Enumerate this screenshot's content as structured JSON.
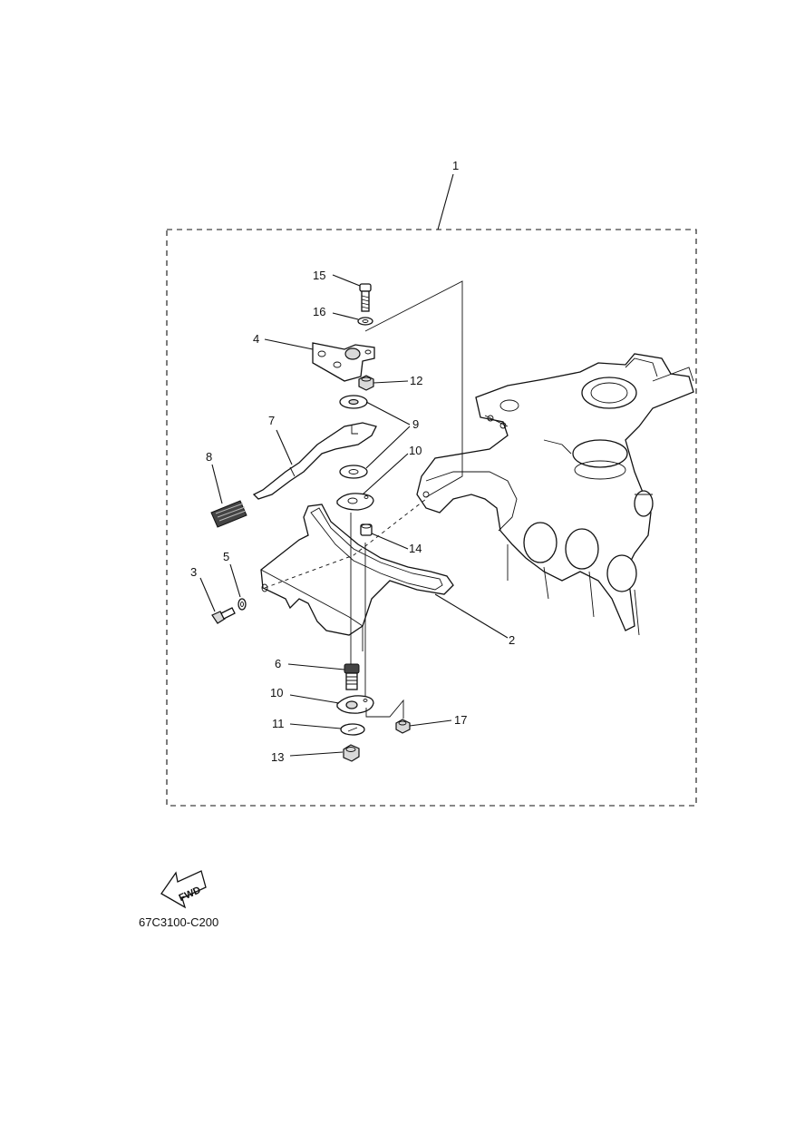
{
  "callouts": {
    "c1": "1",
    "c2": "2",
    "c3": "3",
    "c4": "4",
    "c5": "5",
    "c6": "6",
    "c7": "7",
    "c8": "8",
    "c9": "9",
    "c10a": "10",
    "c10b": "10",
    "c11": "11",
    "c12": "12",
    "c13": "13",
    "c14": "14",
    "c15": "15",
    "c16": "16",
    "c17": "17"
  },
  "fwd_label": "FWD",
  "diagram_code": "67C3100-C200"
}
